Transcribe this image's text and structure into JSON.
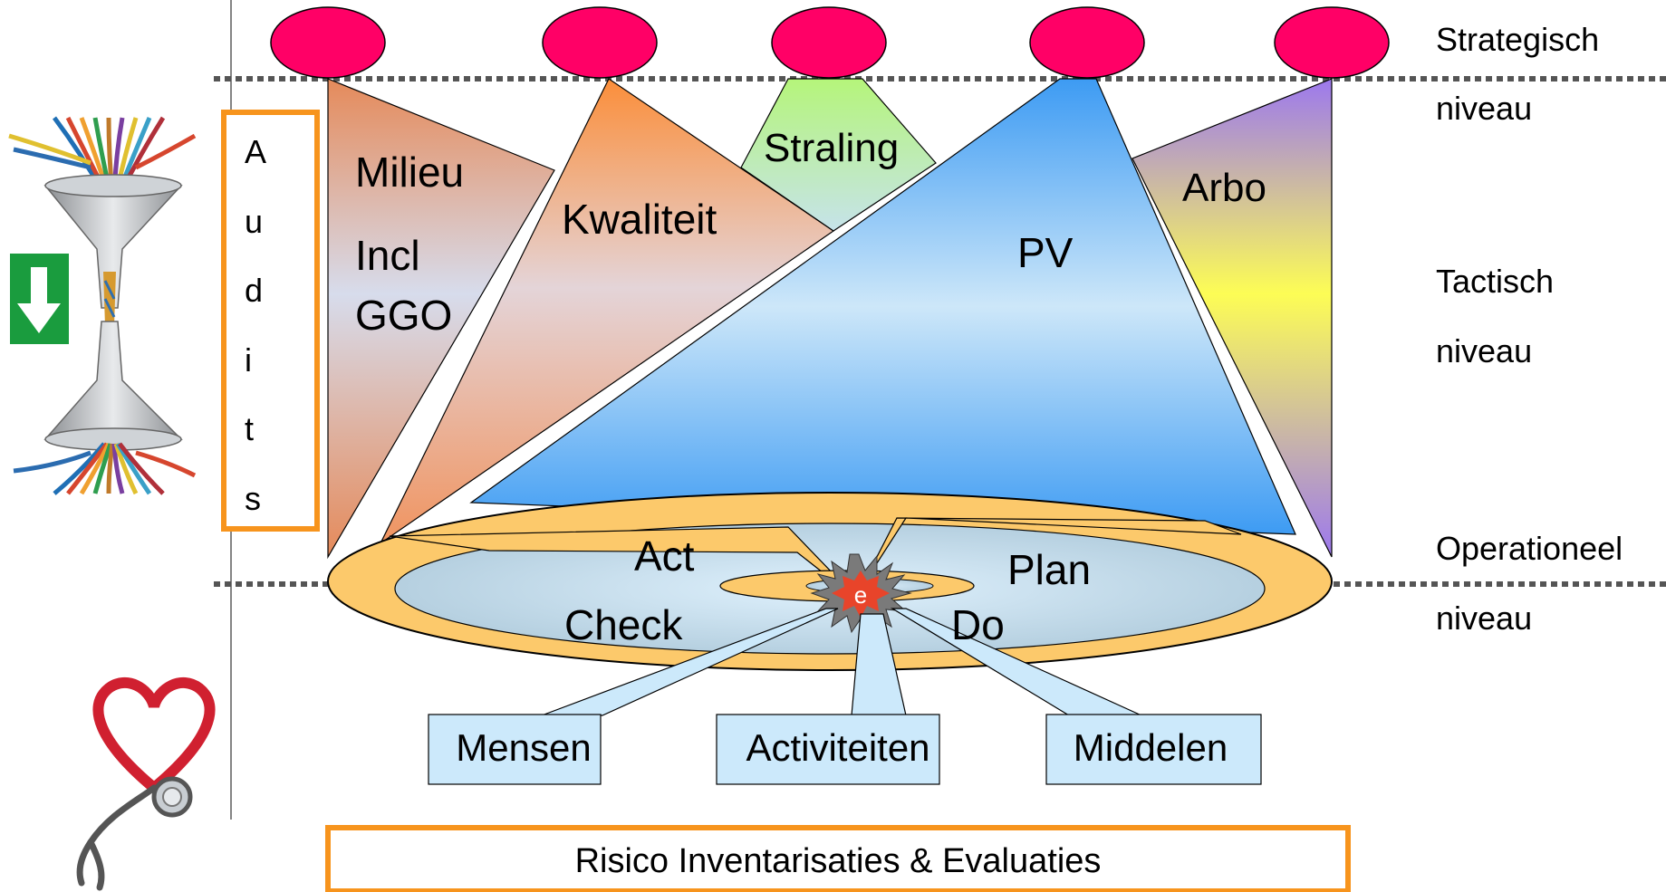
{
  "levels": {
    "strategic": [
      "Strategisch",
      "niveau"
    ],
    "tactical": [
      "Tactisch",
      "niveau"
    ],
    "operational": [
      "Operationeel",
      "niveau"
    ]
  },
  "audits_letters": [
    "A",
    "u",
    "d",
    "i",
    "t",
    "s"
  ],
  "domains": {
    "milieu": [
      "Milieu",
      "Incl",
      "GGO"
    ],
    "kwaliteit": "Kwaliteit",
    "straling": "Straling",
    "pv": "PV",
    "arbo": "Arbo"
  },
  "pdca": {
    "act": "Act",
    "plan": "Plan",
    "check": "Check",
    "do": "Do",
    "core": "e"
  },
  "resources": [
    "Mensen",
    "Activiteiten",
    "Middelen"
  ],
  "footer": "Risico Inventarisaties & Evaluaties",
  "icons": [
    "funnel-cables-icon",
    "down-arrow-icon",
    "stethoscope-heart-icon"
  ],
  "colors": {
    "node": "#ff0066",
    "audit_border": "#f7941d",
    "disc": "#fcc96b",
    "resource_box": "#cce9fb",
    "arrow_green": "#1a9c3e"
  }
}
